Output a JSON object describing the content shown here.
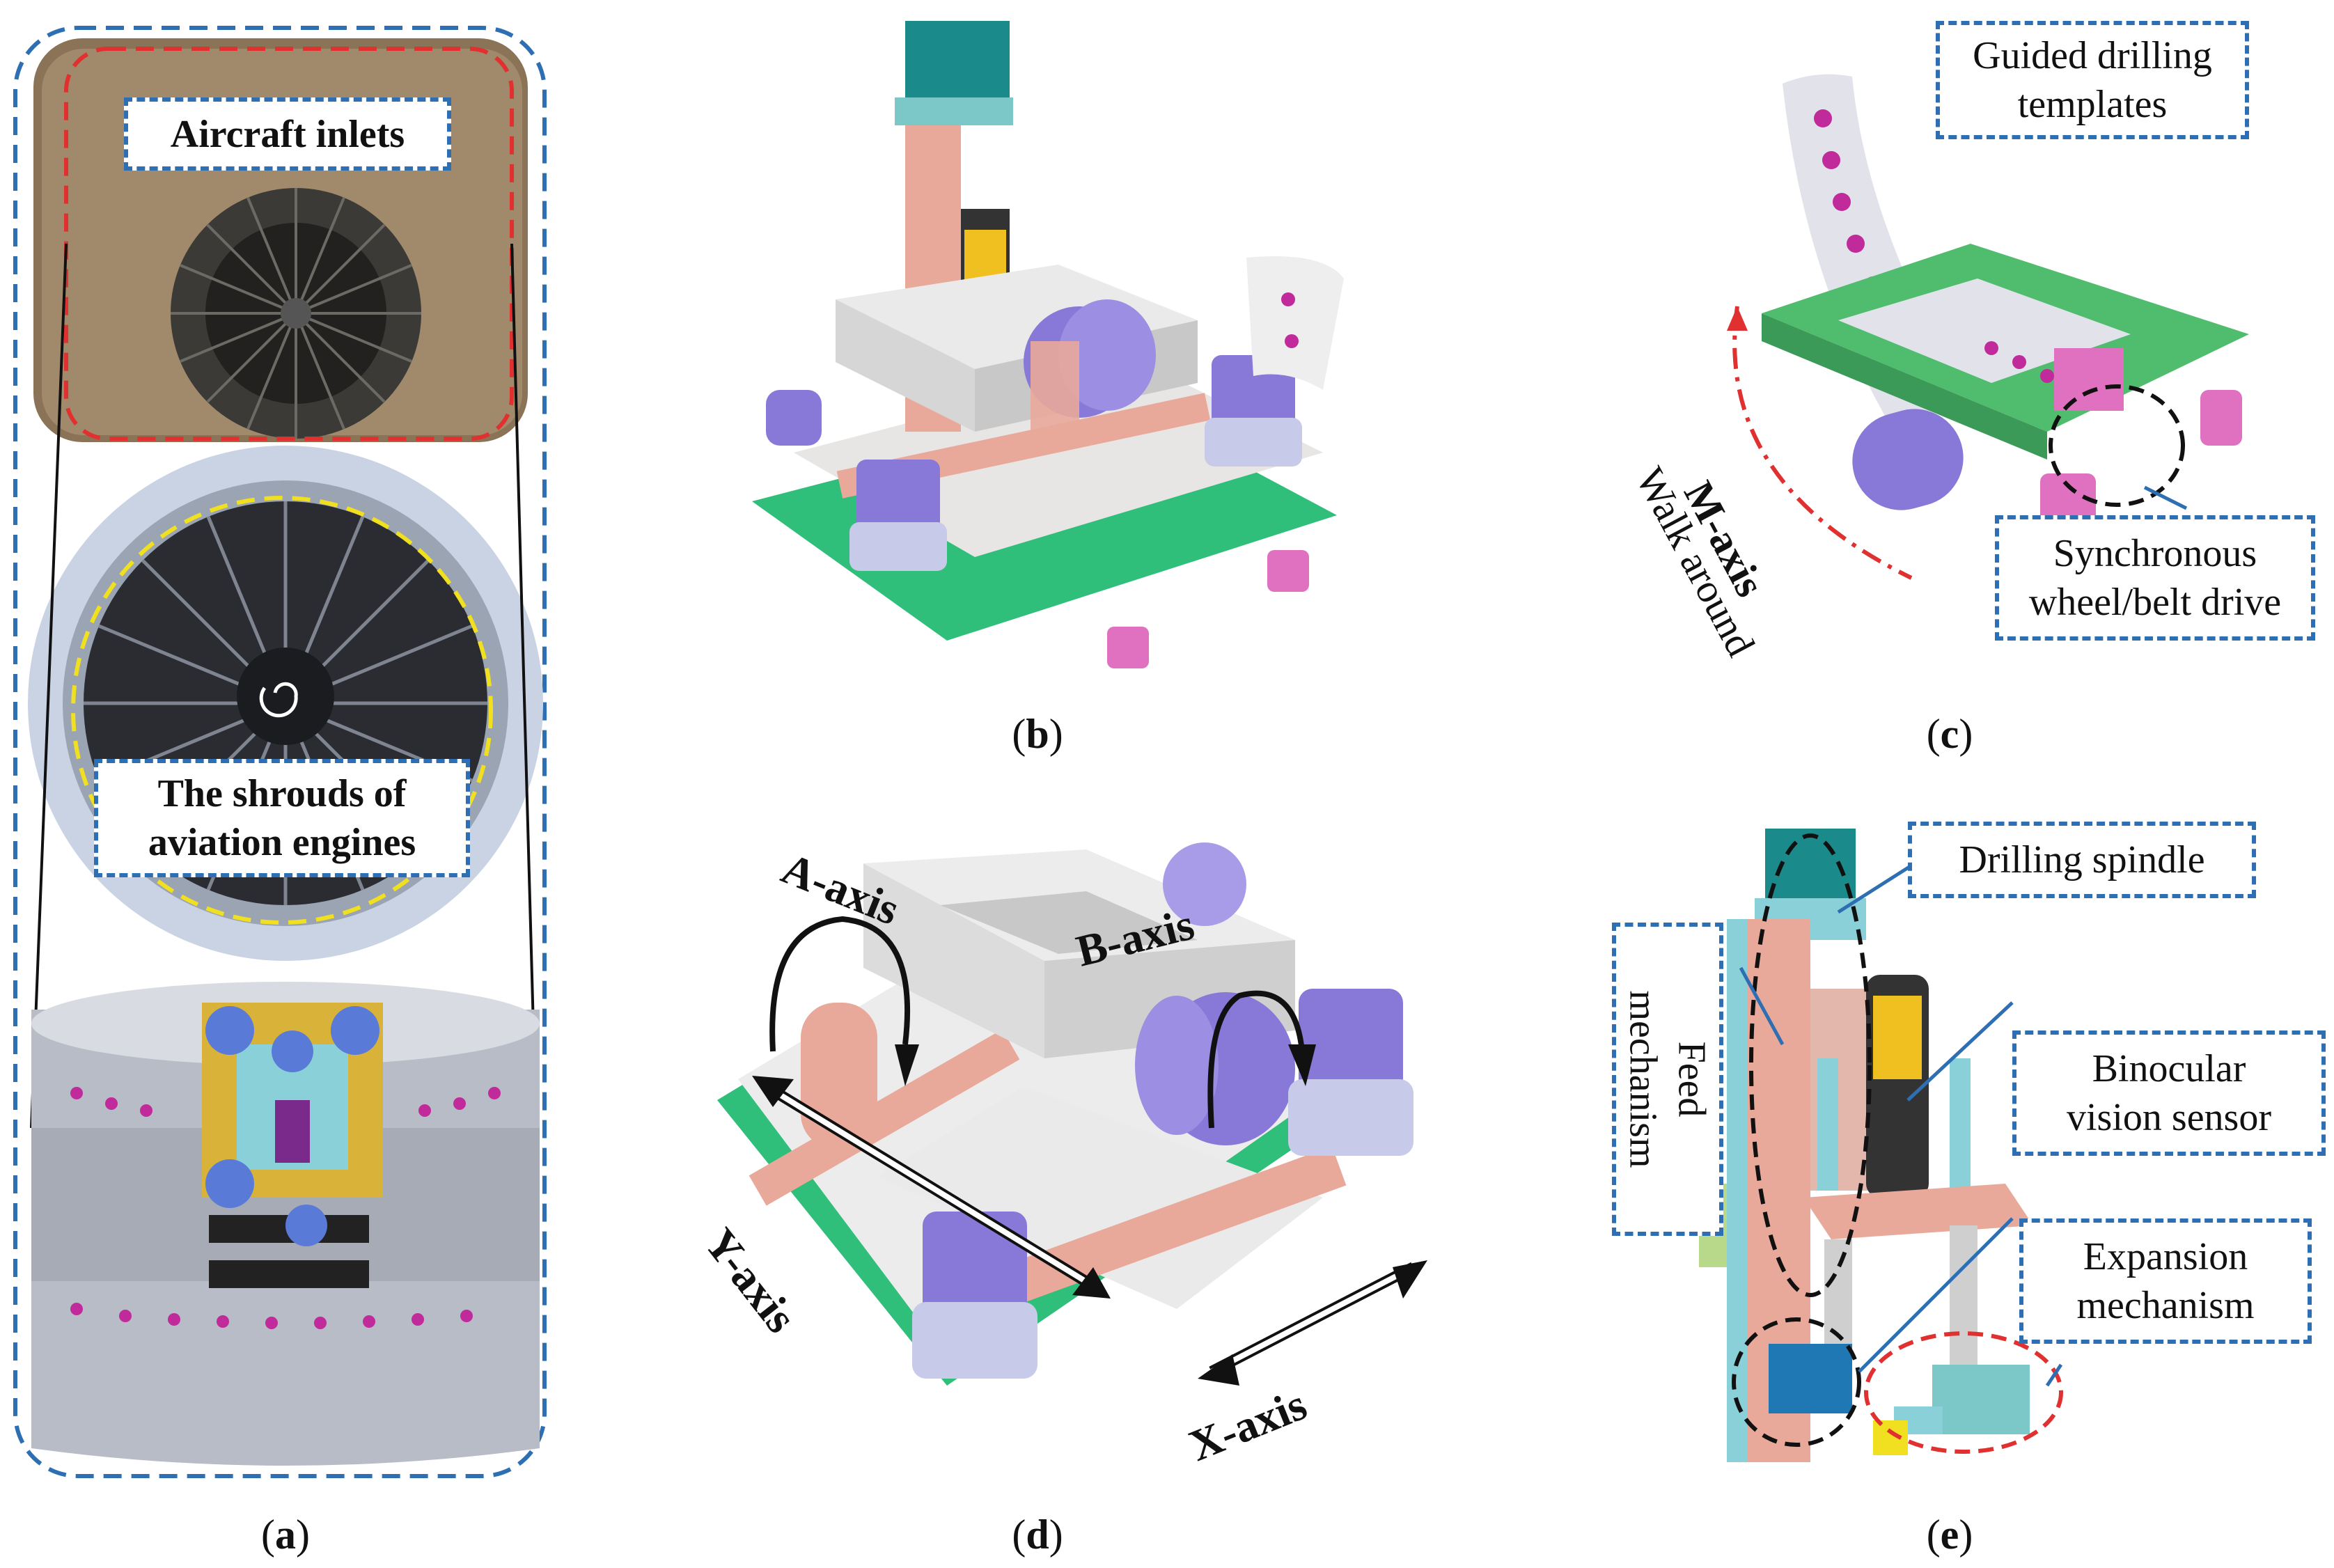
{
  "captions": {
    "a": "a",
    "b": "b",
    "c": "c",
    "d": "d",
    "e": "e"
  },
  "panel_a": {
    "label_inlets": "Aircraft inlets",
    "label_shrouds_line1": "The shrouds of",
    "label_shrouds_line2": "aviation engines"
  },
  "panel_c": {
    "label_templates_line1": "Guided drilling",
    "label_templates_line2": "templates",
    "label_maxis": "M-axis",
    "label_walk": "Walk around",
    "label_sync_line1": "Synchronous",
    "label_sync_line2": "wheel/belt drive"
  },
  "panel_d": {
    "label_a_axis": "A-axis",
    "label_b_axis": "B-axis",
    "label_y_axis": "Y-axis",
    "label_x_axis": "X-axis"
  },
  "panel_e": {
    "label_spindle": "Drilling spindle",
    "label_feed_line1": "Feed",
    "label_feed_line2": "mechanism",
    "label_binocular_line1": "Binocular",
    "label_binocular_line2": "vision sensor",
    "label_expansion_line1": "Expansion",
    "label_expansion_line2": "mechanism"
  },
  "colors": {
    "dash_blue": "#2e6fb3",
    "dash_red": "#e03030",
    "dash_yellow": "#f0e020",
    "green_plate": "#2fbf7a",
    "purple_motor": "#8878d8",
    "salmon": "#e9a99a",
    "teal": "#1b8a8a"
  }
}
